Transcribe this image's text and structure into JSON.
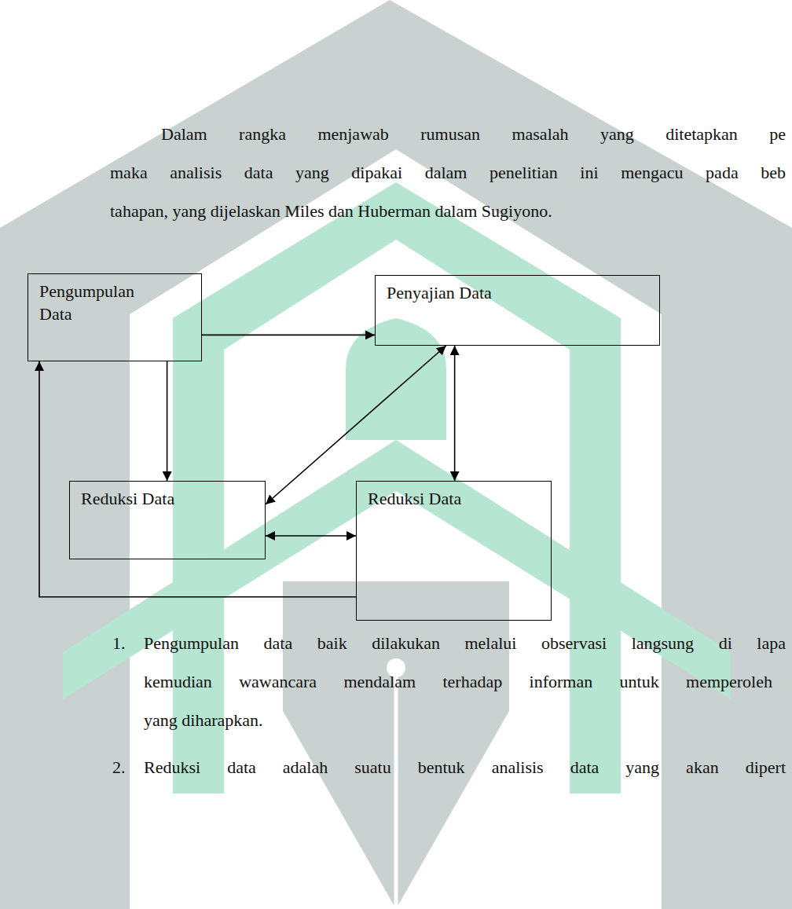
{
  "diagram": {
    "nodes": [
      {
        "text": [
          "Pengumpulan Data"
        ]
      },
      {
        "text": [
          "Penyajian Data"
        ]
      },
      {
        "text": [
          "Reduksi Data"
        ]
      },
      {
        "text": [
          "Reduksi Data"
        ]
      }
    ],
    "edges": [
      {
        "from": 0,
        "to": 1,
        "arrow": "to"
      },
      {
        "from": 0,
        "to": 2,
        "arrow": "to"
      },
      {
        "from": 1,
        "to": 2,
        "arrow": "both"
      },
      {
        "from": 1,
        "to": 3,
        "arrow": "both"
      },
      {
        "from": 2,
        "to": 3,
        "arrow": "both"
      },
      {
        "from": 3,
        "to": 0,
        "arrow": "to"
      }
    ],
    "labels": [
      "Dalam rangka menjawab rumusan masalah yang ditetapkan pe",
      "maka analisis data yang dipakai dalam penelitian ini mengacu pada beb",
      "tahapan, yang dijelaskan Miles dan Huberman dalam Sugiyono.",
      "1.",
      "Pengumpulan data baik dilakukan melalui observasi langsung di lapa",
      "kemudian wawancara mendalam terhadap informan untuk memperoleh",
      "yang diharapkan.",
      "2.",
      "Reduksi data adalah suatu bentuk analisis data yang akan dipert"
    ]
  }
}
